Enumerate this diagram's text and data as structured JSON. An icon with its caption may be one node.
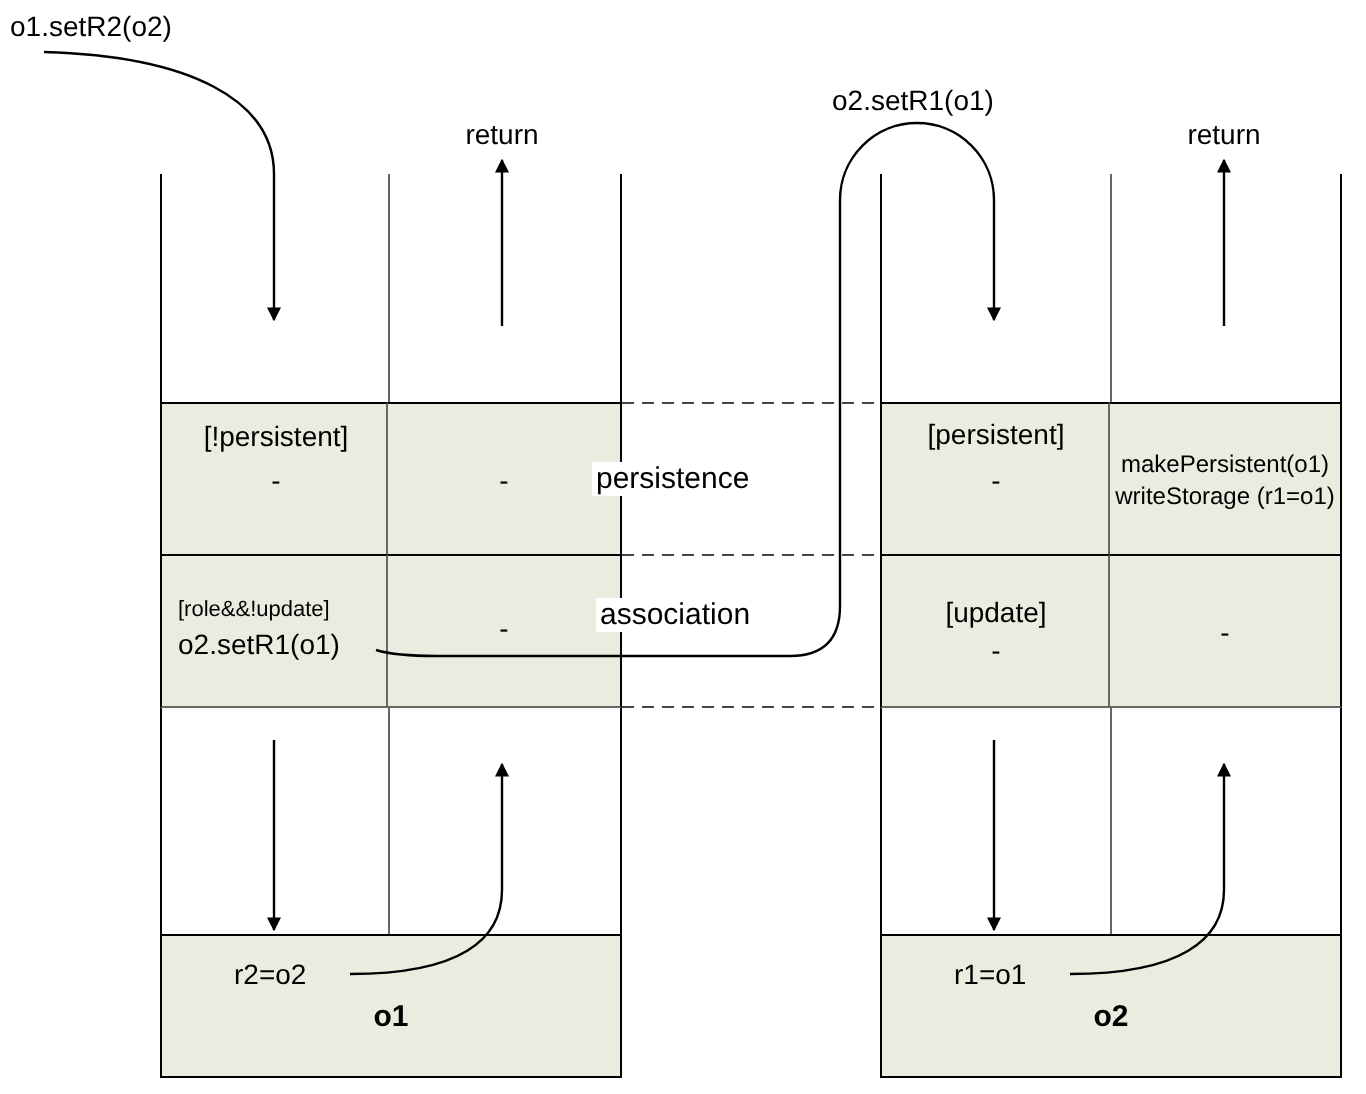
{
  "diagram": {
    "nodes": [
      {
        "text": [
          "o1.setR2(o2)"
        ]
      },
      {
        "text": [
          "return"
        ]
      },
      {
        "text": [
          "return"
        ]
      },
      {
        "text": [
          "[!persistent]",
          "-"
        ]
      },
      {
        "text": [
          "-"
        ]
      },
      {
        "text": [
          "[persistent]",
          "-"
        ]
      },
      {
        "text": [
          "makePersistent(o1) writeStorage (r1=o1)"
        ]
      },
      {
        "text": [
          "[role&&!update]",
          "o2.setR1(o1)"
        ]
      },
      {
        "text": [
          "-"
        ]
      },
      {
        "text": [
          "[update]",
          "-"
        ]
      },
      {
        "text": [
          "-"
        ]
      },
      {
        "text": [
          "r2=o2",
          "o1"
        ]
      },
      {
        "text": [
          "r1=o1",
          "o2"
        ]
      }
    ],
    "edges": [
      {
        "from": 0,
        "to": null,
        "arrow": "to"
      },
      {
        "from": null,
        "to": 1,
        "arrow": "to"
      },
      {
        "from": 7,
        "to": null,
        "arrow": "to",
        "label": "o2.setR1(o1)"
      },
      {
        "from": null,
        "to": 2,
        "arrow": "to"
      },
      {
        "from": null,
        "to": 11,
        "arrow": "to"
      },
      {
        "from": 11,
        "to": null,
        "arrow": "to"
      },
      {
        "from": null,
        "to": 12,
        "arrow": "to"
      },
      {
        "from": 12,
        "to": null,
        "arrow": "to"
      }
    ],
    "labels": [
      "persistence",
      "association"
    ]
  }
}
